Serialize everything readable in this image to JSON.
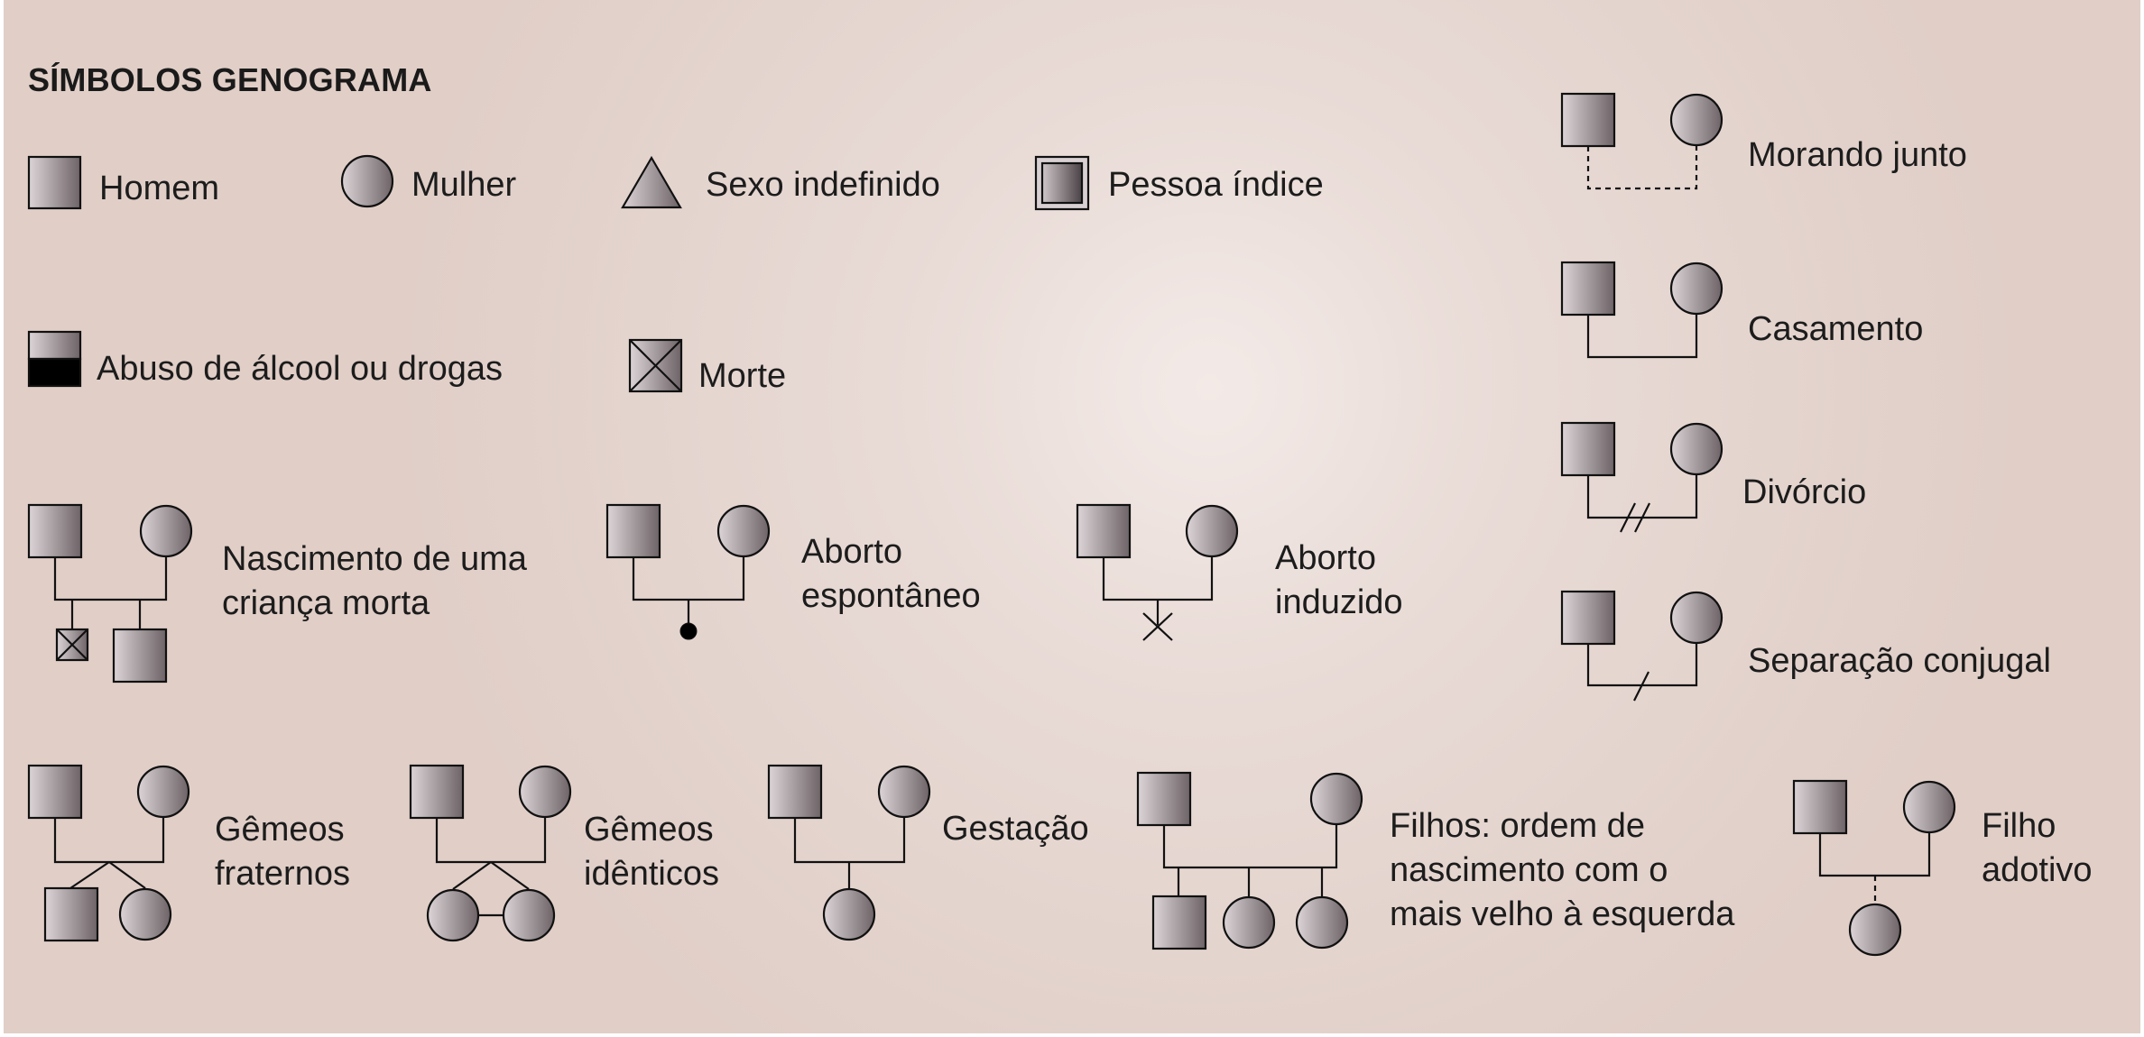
{
  "title": "SÍMBOLOS GENOGRAMA",
  "legend": {
    "man": "Homem",
    "woman": "Mulher",
    "undefined_sex": "Sexo indefinido",
    "index_person": "Pessoa índice",
    "substance_abuse": "Abuso de álcool ou drogas",
    "death": "Morte"
  },
  "relations": {
    "living_together": "Morando junto",
    "marriage": "Casamento",
    "divorce": "Divórcio",
    "separation": "Separação conjugal"
  },
  "events": {
    "stillbirth": [
      "Nascimento de uma",
      "criança morta"
    ],
    "spontaneous_abortion": [
      "Aborto",
      "espontâneo"
    ],
    "induced_abortion": [
      "Aborto",
      "induzido"
    ]
  },
  "children": {
    "fraternal_twins": [
      "Gêmeos",
      "fraternos"
    ],
    "identical_twins": [
      "Gêmeos",
      "idênticos"
    ],
    "pregnancy": "Gestação",
    "birth_order": [
      "Filhos: ordem de",
      "nascimento com o",
      "mais velho à esquerda"
    ],
    "adopted": [
      "Filho",
      "adotivo"
    ]
  },
  "colors": {
    "background": "#e3d2cb",
    "background_glow": "#f3eae7",
    "shape_light": "#dcd4d6",
    "shape_dark": "#6e6468",
    "stroke": "#111111"
  }
}
